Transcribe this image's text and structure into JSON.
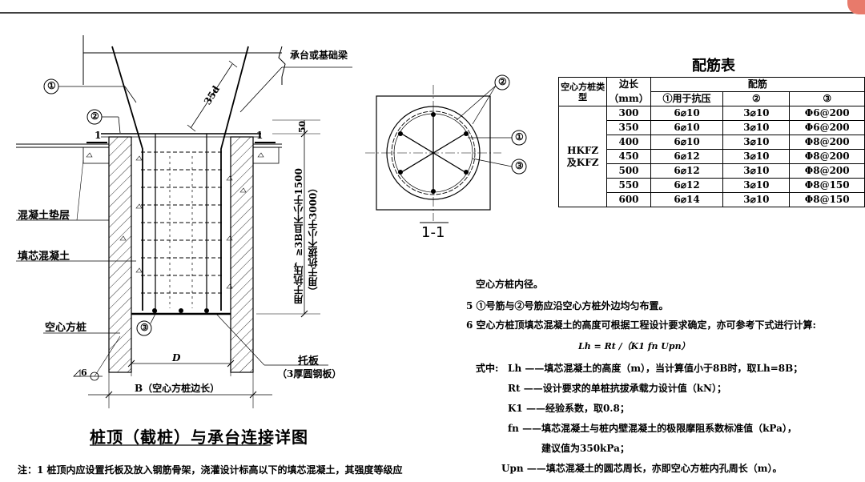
{
  "drawing": {
    "title": "桩顶（截桩）与承台连接详图",
    "section_label": "1-1",
    "labels": {
      "cap_beam": "承台或基础梁",
      "cushion": "混凝土垫层",
      "fill_concrete": "填芯混凝土",
      "hollow_pile": "空心方桩",
      "plate": "托板",
      "plate_note": "（3厚圆钢板）",
      "side_b": "B（空心方桩边长）",
      "inner_d": "D",
      "len_35d": "35d",
      "dim_50": "50",
      "vertical_dim_1": "用于抗压，≥3B且不小于1500",
      "vertical_dim_2": "（用于抗拔不小于3000）",
      "weld_6": "6",
      "mark_1": "①",
      "mark_2": "②",
      "mark_3": "③",
      "cut_1": "1"
    }
  },
  "rebar_table": {
    "title": "配筋表",
    "header_type": "空心方桩类型",
    "header_side": "边长",
    "header_side_unit": "（mm）",
    "header_rebar": "配筋",
    "col_1": "①用于抗压",
    "col_2": "②",
    "col_3": "③",
    "type_label": "HKFZ\n及KFZ",
    "rows": [
      {
        "side": "300",
        "r1": "6⌀10",
        "r2": "3⌀10",
        "r3": "Φ6@200"
      },
      {
        "side": "350",
        "r1": "6⌀10",
        "r2": "3⌀10",
        "r3": "Φ6@200"
      },
      {
        "side": "400",
        "r1": "6⌀10",
        "r2": "3⌀10",
        "r3": "Φ8@200"
      },
      {
        "side": "450",
        "r1": "6⌀12",
        "r2": "3⌀10",
        "r3": "Φ8@200"
      },
      {
        "side": "500",
        "r1": "6⌀12",
        "r2": "3⌀10",
        "r3": "Φ8@200"
      },
      {
        "side": "550",
        "r1": "6⌀12",
        "r2": "3⌀10",
        "r3": "Φ8@150"
      },
      {
        "side": "600",
        "r1": "6⌀14",
        "r2": "3⌀10",
        "r3": "Φ8@150"
      }
    ]
  },
  "notes": {
    "line_a": "空心方桩内径。",
    "line_5": "5 ①号筋与②号筋应沿空心方桩外边均匀布置。",
    "line_6": "6 空心方桩顶填芯混凝土的高度可根据工程设计要求确定，亦可参考下式进行计算:",
    "formula": "Lh = Rt /（K1 fn Upn）",
    "where_prefix": "式中:",
    "def_lh": "Lh ——填芯混凝土的高度（m），当计算值小于8B时，取Lh=8B；",
    "def_rt": "Rt ——设计要求的单桩抗拔承载力设计值（kN）；",
    "def_k1": "K1 ——经验系数，取0.8；",
    "def_fn": "fn ——填芯混凝土与桩内壁混凝土的极限摩阻系数标准值（kPa），",
    "def_fn2": "建议值为350kPa；",
    "def_upn": "Upn ——填芯混凝土的圆芯周长，亦即空心方桩内孔周长（m）。",
    "bottom_note": "注：1 桩顶内应设置托板及放入钢筋骨架，浇灌设计标高以下的填芯混凝土，其强度等级应"
  }
}
